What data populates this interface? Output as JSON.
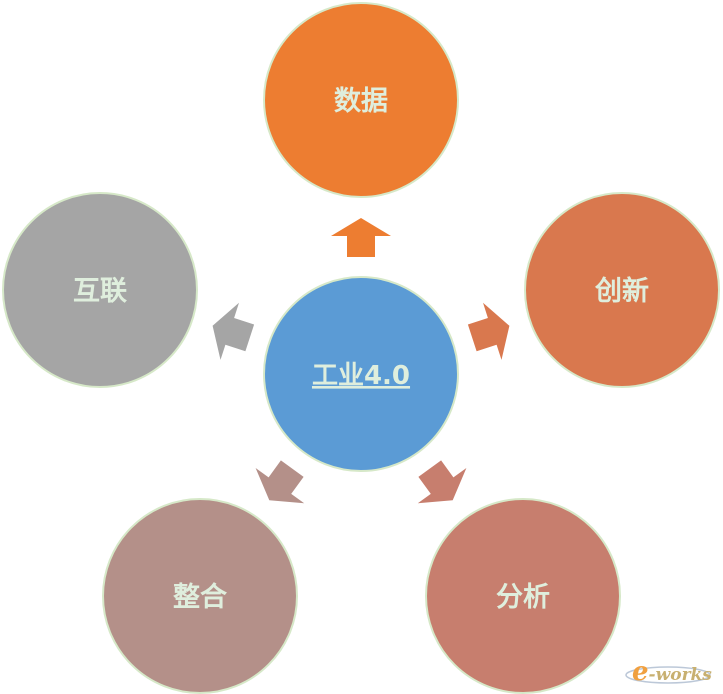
{
  "center": {
    "label": "工业4.0",
    "color": "#5b9bd5"
  },
  "nodes": [
    {
      "id": "data",
      "label": "数据",
      "color": "#ed7d31"
    },
    {
      "id": "innovation",
      "label": "创新",
      "color": "#d9784e"
    },
    {
      "id": "analysis",
      "label": "分析",
      "color": "#c77e6e"
    },
    {
      "id": "integration",
      "label": "整合",
      "color": "#b49089"
    },
    {
      "id": "interconnect",
      "label": "互联",
      "color": "#a5a5a5"
    }
  ],
  "arrows": [
    {
      "target": "data",
      "color": "#ed7d31"
    },
    {
      "target": "innovation",
      "color": "#d9784e"
    },
    {
      "target": "analysis",
      "color": "#c77e6e"
    },
    {
      "target": "integration",
      "color": "#b49089"
    },
    {
      "target": "interconnect",
      "color": "#a5a5a5"
    }
  ],
  "stroke_color": "#d6e8c8",
  "label_color": "#dfeedd",
  "watermark": {
    "logo_text": "e-works",
    "letter_e": "e",
    "rest": "-works",
    "color_e": "#f0a040",
    "color_rest": "#c8b070"
  }
}
